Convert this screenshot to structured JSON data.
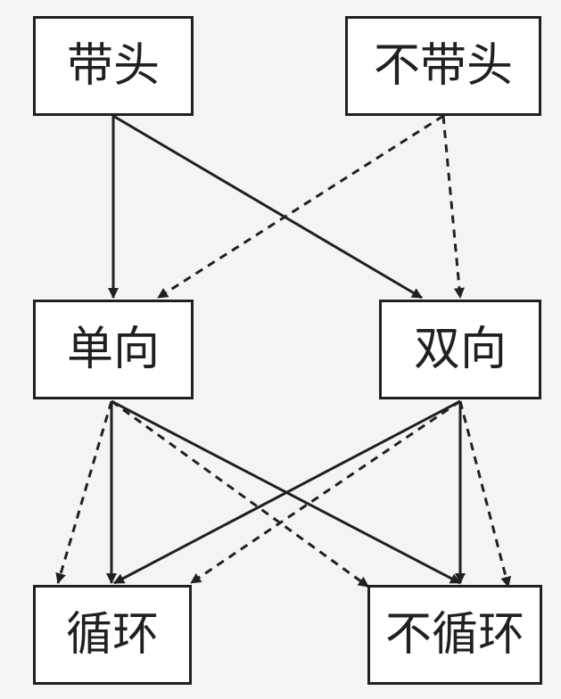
{
  "colors": {
    "background": "#f4f4f6",
    "box_fill": "#ffffff",
    "stroke": "#231f20",
    "text": "#231f20"
  },
  "nodes": {
    "with_head": "带头",
    "without_head": "不带头",
    "singly": "单向",
    "doubly": "双向",
    "circular": "循环",
    "non_circular": "不循环"
  },
  "edges": [
    {
      "from": "with_head",
      "to": "singly",
      "style": "solid"
    },
    {
      "from": "with_head",
      "to": "doubly",
      "style": "solid"
    },
    {
      "from": "without_head",
      "to": "singly",
      "style": "dashed"
    },
    {
      "from": "without_head",
      "to": "doubly",
      "style": "dashed"
    },
    {
      "from": "singly",
      "to": "circular",
      "style": "solid"
    },
    {
      "from": "singly",
      "to": "circular",
      "style": "dashed"
    },
    {
      "from": "singly",
      "to": "non_circular",
      "style": "solid"
    },
    {
      "from": "singly",
      "to": "non_circular",
      "style": "dashed"
    },
    {
      "from": "doubly",
      "to": "circular",
      "style": "solid"
    },
    {
      "from": "doubly",
      "to": "circular",
      "style": "dashed"
    },
    {
      "from": "doubly",
      "to": "non_circular",
      "style": "solid"
    },
    {
      "from": "doubly",
      "to": "non_circular",
      "style": "dashed"
    }
  ]
}
